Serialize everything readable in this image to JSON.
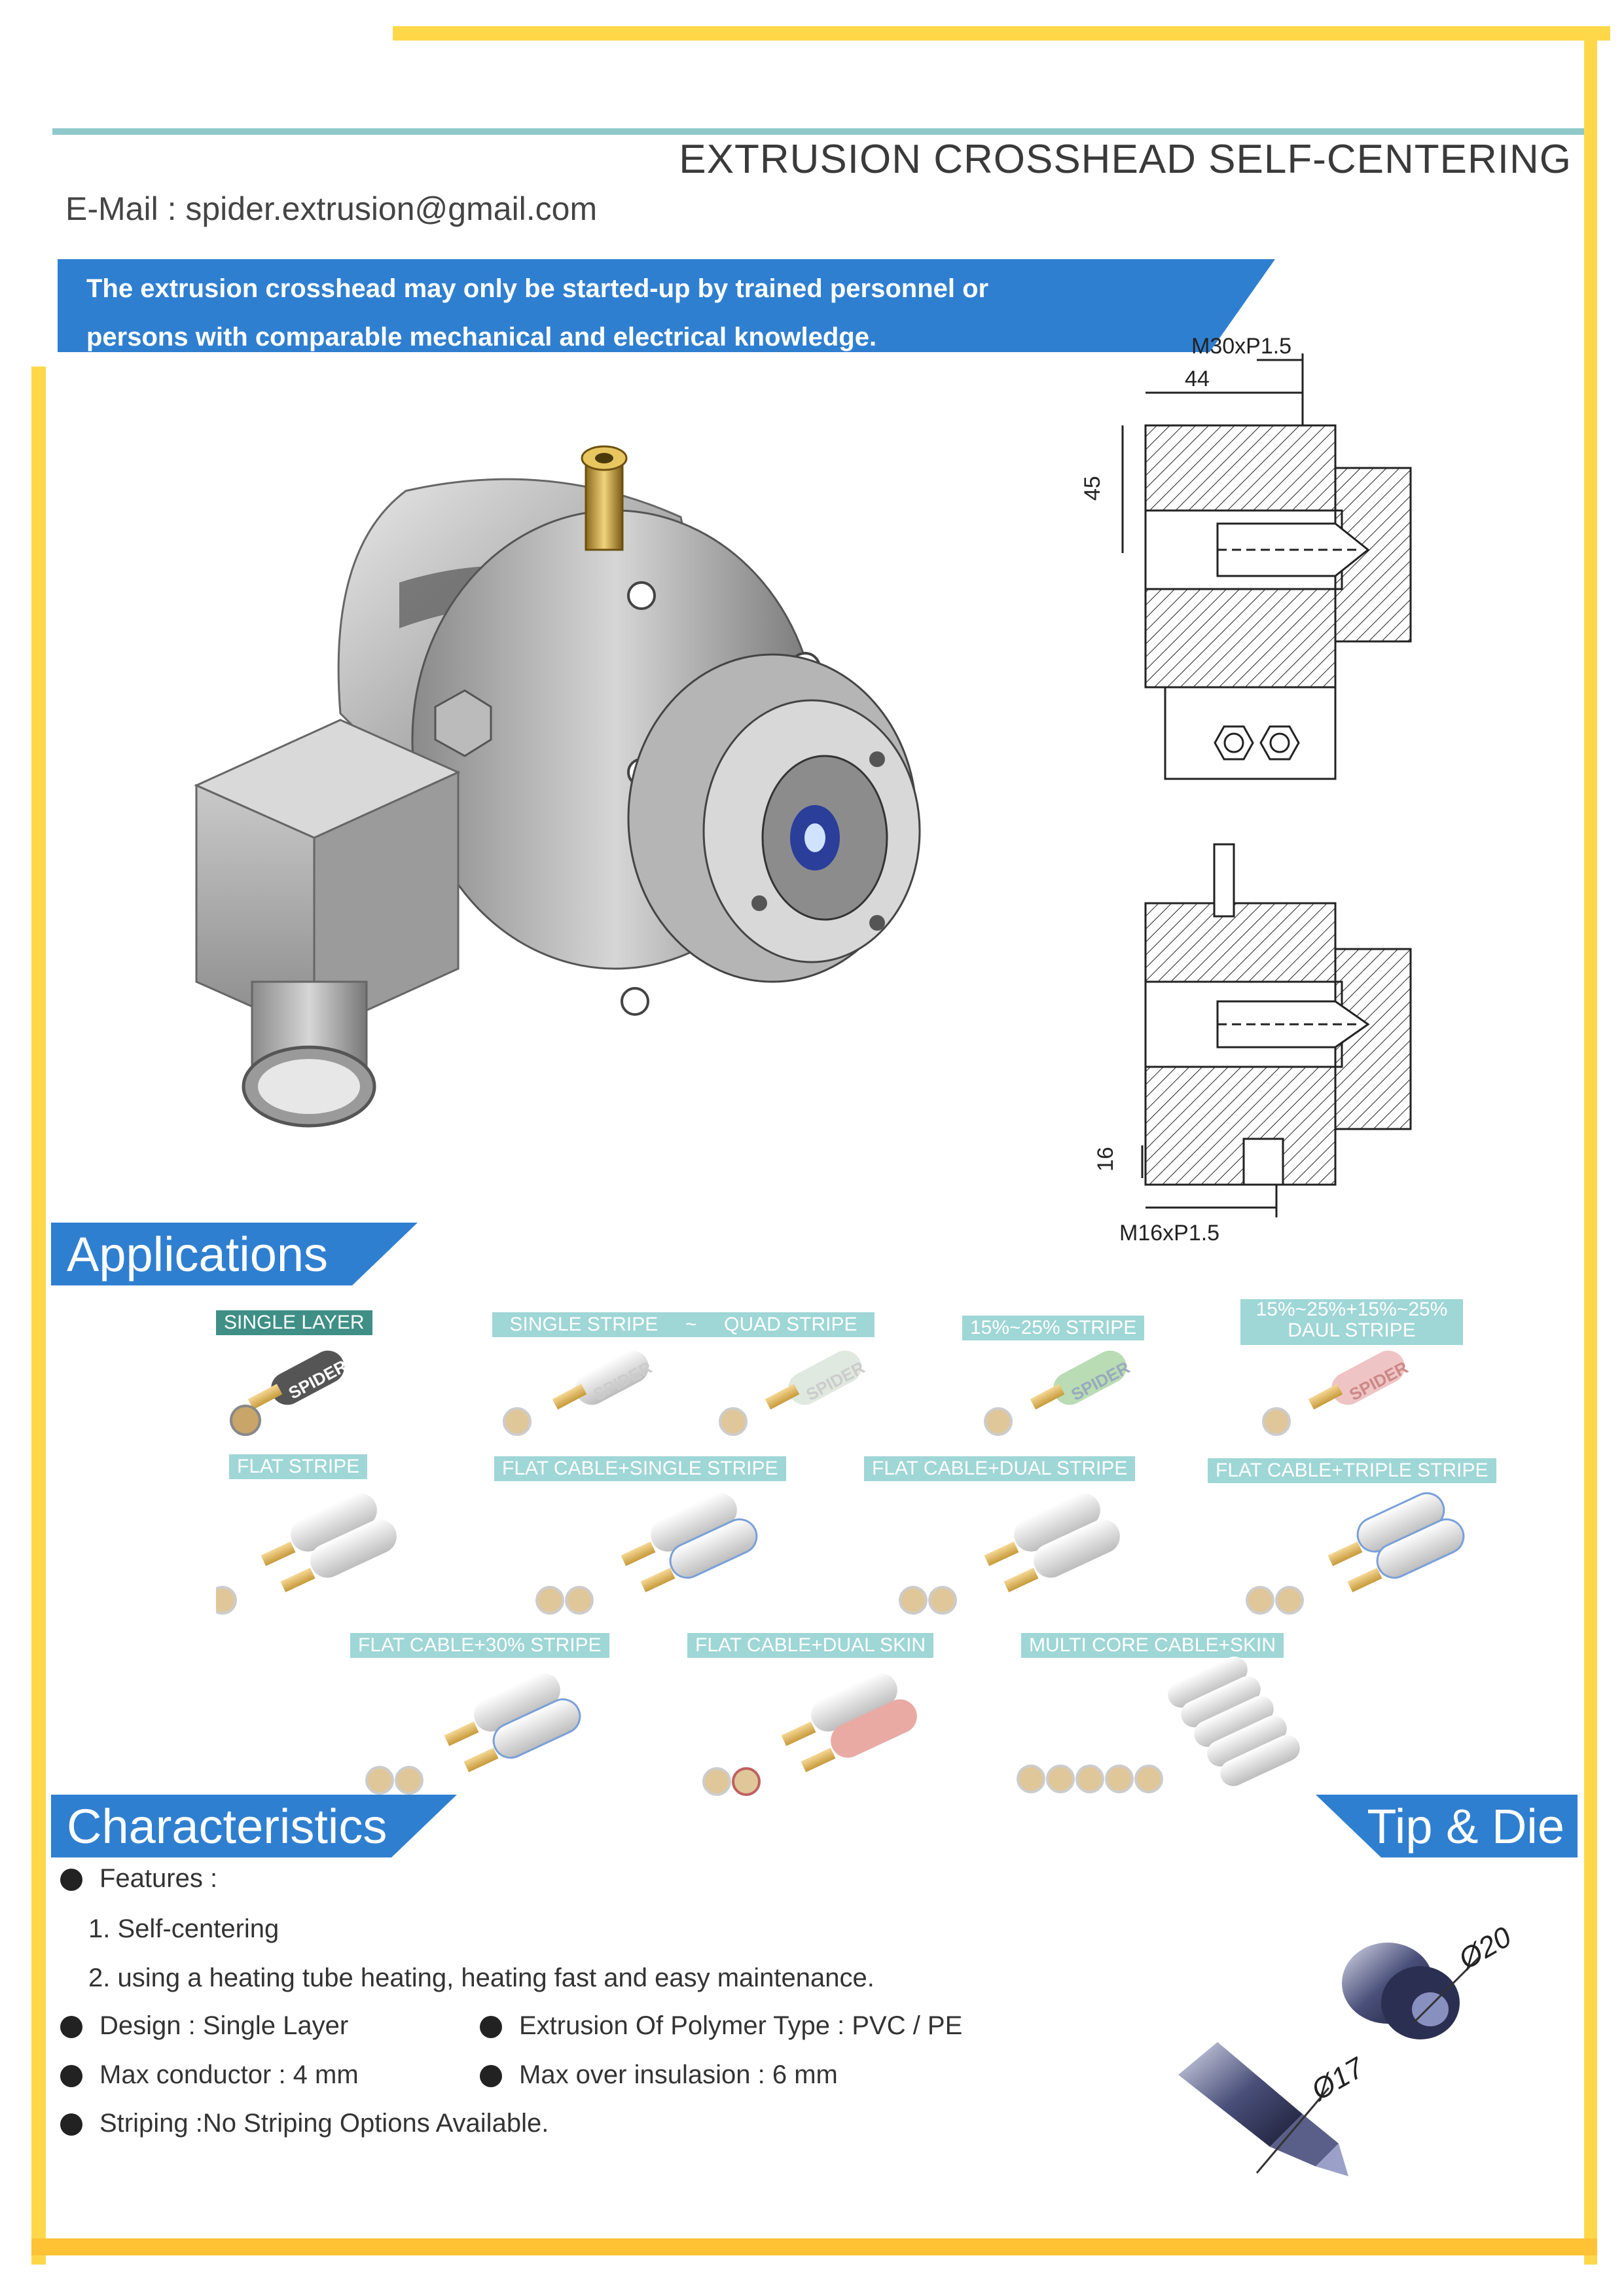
{
  "header": {
    "title": "EXTRUSION CROSSHEAD SELF-CENTERING",
    "email": "E-Mail : spider.extrusion@gmail.com"
  },
  "warning": {
    "line1": "The extrusion crosshead may only be started-up by trained personnel or",
    "line2": "persons with comparable mechanical and electrical knowledge."
  },
  "drawing": {
    "dim_thread_top": "M30xP1.5",
    "dim_44": "44",
    "dim_45": "45",
    "dim_16": "16",
    "dim_thread_bottom": "M16xP1.5"
  },
  "applications": {
    "heading": "Applications",
    "items": [
      {
        "label": "SINGLE LAYER"
      },
      {
        "label": "SINGLE STRIPE     ~     QUAD STRIPE"
      },
      {
        "label": "15%~25% STRIPE"
      },
      {
        "label": "15%~25%+15%~25%",
        "label2": "DAUL STRIPE"
      },
      {
        "label": "FLAT STRIPE"
      },
      {
        "label": "FLAT CABLE+SINGLE STRIPE"
      },
      {
        "label": "FLAT CABLE+DUAL STRIPE"
      },
      {
        "label": "FLAT CABLE+TRIPLE STRIPE"
      },
      {
        "label": "FLAT CABLE+30% STRIPE"
      },
      {
        "label": "FLAT CABLE+DUAL SKIN"
      },
      {
        "label": "MULTI CORE CABLE+SKIN"
      }
    ],
    "cable_brand": "SPIDER"
  },
  "characteristics": {
    "heading": "Characteristics",
    "features_label": "Features :",
    "feature1": "1. Self-centering",
    "feature2": "2. using a heating tube heating, heating fast and easy maintenance.",
    "design": "Design : Single Layer",
    "polymer": "Extrusion Of Polymer Type : PVC / PE",
    "max_conductor": "Max conductor : 4 mm",
    "max_insulation": "Max over insulasion : 6 mm",
    "striping": "Striping :No Striping Options Available."
  },
  "tip_die": {
    "heading": "Tip & Die",
    "die_dim": "Ø20",
    "tip_dim": "Ø17"
  },
  "colors": {
    "accent_blue": "#2f7fd0",
    "frame_yellow": "#ffd84a",
    "label_teal": "#9fd6d6",
    "label_dark_teal": "#3f8f86"
  }
}
